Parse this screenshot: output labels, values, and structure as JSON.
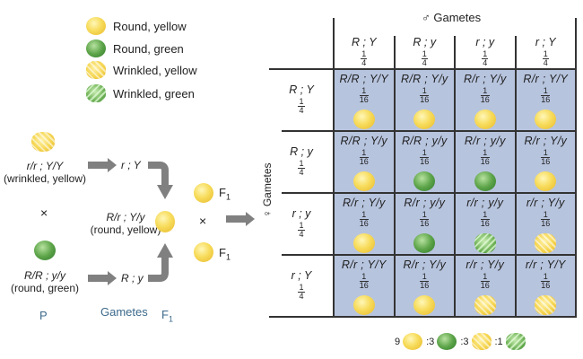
{
  "legend": [
    {
      "phenotype": "ry",
      "label": "Round, yellow"
    },
    {
      "phenotype": "rg",
      "label": "Round, green"
    },
    {
      "phenotype": "wy",
      "label": "Wrinkled, yellow"
    },
    {
      "phenotype": "wg",
      "label": "Wrinkled, green"
    }
  ],
  "cross": {
    "parent1": {
      "genotype": "r/r ; Y/Y",
      "phenotype_label": "(wrinkled, yellow)",
      "pea": "wy"
    },
    "parent2": {
      "genotype": "R/R ; y/y",
      "phenotype_label": "(round, green)",
      "pea": "rg"
    },
    "cross_symbol": "×",
    "gamete1": "r ; Y",
    "gamete2": "R ; y",
    "f1": {
      "genotype": "R/r ; Y/y",
      "phenotype_label": "(round, yellow)",
      "pea": "ry"
    },
    "f1_label": "F",
    "f1_sub": "1",
    "f1_cross_symbol": "×",
    "stage_labels": {
      "p": "P",
      "gametes": "Gametes",
      "f1": "F",
      "f1_sub": "1"
    }
  },
  "punnett": {
    "male_header": "♂ Gametes",
    "female_header": "♀ Gametes",
    "columns": [
      {
        "gamete": "R ; Y",
        "num": "1",
        "den": "4"
      },
      {
        "gamete": "R ; y",
        "num": "1",
        "den": "4"
      },
      {
        "gamete": "r ; y",
        "num": "1",
        "den": "4"
      },
      {
        "gamete": "r ; Y",
        "num": "1",
        "den": "4"
      }
    ],
    "rows": [
      {
        "gamete": "R ; Y",
        "num": "1",
        "den": "4",
        "cells": [
          {
            "genotype": "R/R ; Y/Y",
            "num": "1",
            "den": "16",
            "pea": "ry"
          },
          {
            "genotype": "R/R ; Y/y",
            "num": "1",
            "den": "16",
            "pea": "ry"
          },
          {
            "genotype": "R/r ; Y/y",
            "num": "1",
            "den": "16",
            "pea": "ry"
          },
          {
            "genotype": "R/r ; Y/Y",
            "num": "1",
            "den": "16",
            "pea": "ry"
          }
        ]
      },
      {
        "gamete": "R ; y",
        "num": "1",
        "den": "4",
        "cells": [
          {
            "genotype": "R/R ; Y/y",
            "num": "1",
            "den": "16",
            "pea": "ry"
          },
          {
            "genotype": "R/R ; y/y",
            "num": "1",
            "den": "16",
            "pea": "rg"
          },
          {
            "genotype": "R/r ; y/y",
            "num": "1",
            "den": "16",
            "pea": "rg"
          },
          {
            "genotype": "R/r ; Y/y",
            "num": "1",
            "den": "16",
            "pea": "ry"
          }
        ]
      },
      {
        "gamete": "r ; y",
        "num": "1",
        "den": "4",
        "cells": [
          {
            "genotype": "R/r ; Y/y",
            "num": "1",
            "den": "16",
            "pea": "ry"
          },
          {
            "genotype": "R/r ; y/y",
            "num": "1",
            "den": "16",
            "pea": "rg"
          },
          {
            "genotype": "r/r ; y/y",
            "num": "1",
            "den": "16",
            "pea": "wg"
          },
          {
            "genotype": "r/r ; Y/y",
            "num": "1",
            "den": "16",
            "pea": "wy"
          }
        ]
      },
      {
        "gamete": "r ; Y",
        "num": "1",
        "den": "4",
        "cells": [
          {
            "genotype": "R/r ; Y/Y",
            "num": "1",
            "den": "16",
            "pea": "ry"
          },
          {
            "genotype": "R/r ; Y/y",
            "num": "1",
            "den": "16",
            "pea": "ry"
          },
          {
            "genotype": "r/r ; Y/y",
            "num": "1",
            "den": "16",
            "pea": "wy"
          },
          {
            "genotype": "r/r ; Y/Y",
            "num": "1",
            "den": "16",
            "pea": "wy"
          }
        ]
      }
    ]
  },
  "ratio": [
    {
      "count": "9",
      "pea": "ry"
    },
    {
      "count": ":3",
      "pea": "rg"
    },
    {
      "count": ":3",
      "pea": "wy"
    },
    {
      "count": ":1",
      "pea": "wg"
    }
  ],
  "colors": {
    "grid_fill": "#b7c4de",
    "label_blue": "#3d6b8c",
    "arrow_gray": "#808080"
  }
}
